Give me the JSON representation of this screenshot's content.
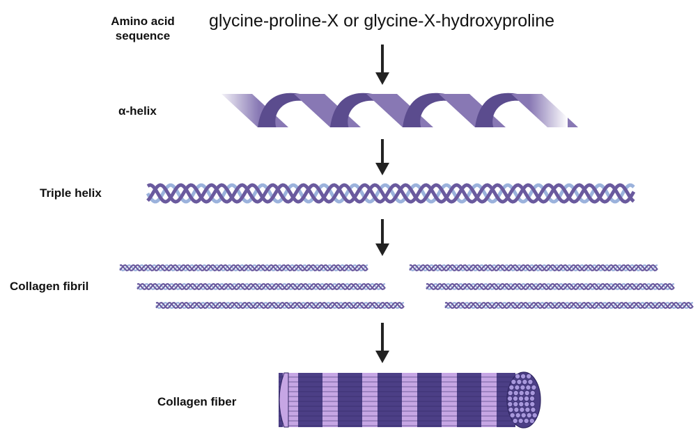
{
  "labels": {
    "amino_acid_line1": "Amino acid",
    "amino_acid_line2": "sequence",
    "alpha_helix": "α-helix",
    "triple_helix": "Triple helix",
    "collagen_fibril": "Collagen fibril",
    "collagen_fiber": "Collagen fiber"
  },
  "sequence_text": "glycine-proline-X or glycine-X-hydroxyproline",
  "colors": {
    "helix_light": "#8878b4",
    "helix_dark": "#5b4c8e",
    "strand_purple": "#6a5a9e",
    "strand_blue": "#9bb2dc",
    "fiber_light": "#c6a6e4",
    "fiber_dark": "#4c3f86",
    "arrow": "#222222"
  }
}
